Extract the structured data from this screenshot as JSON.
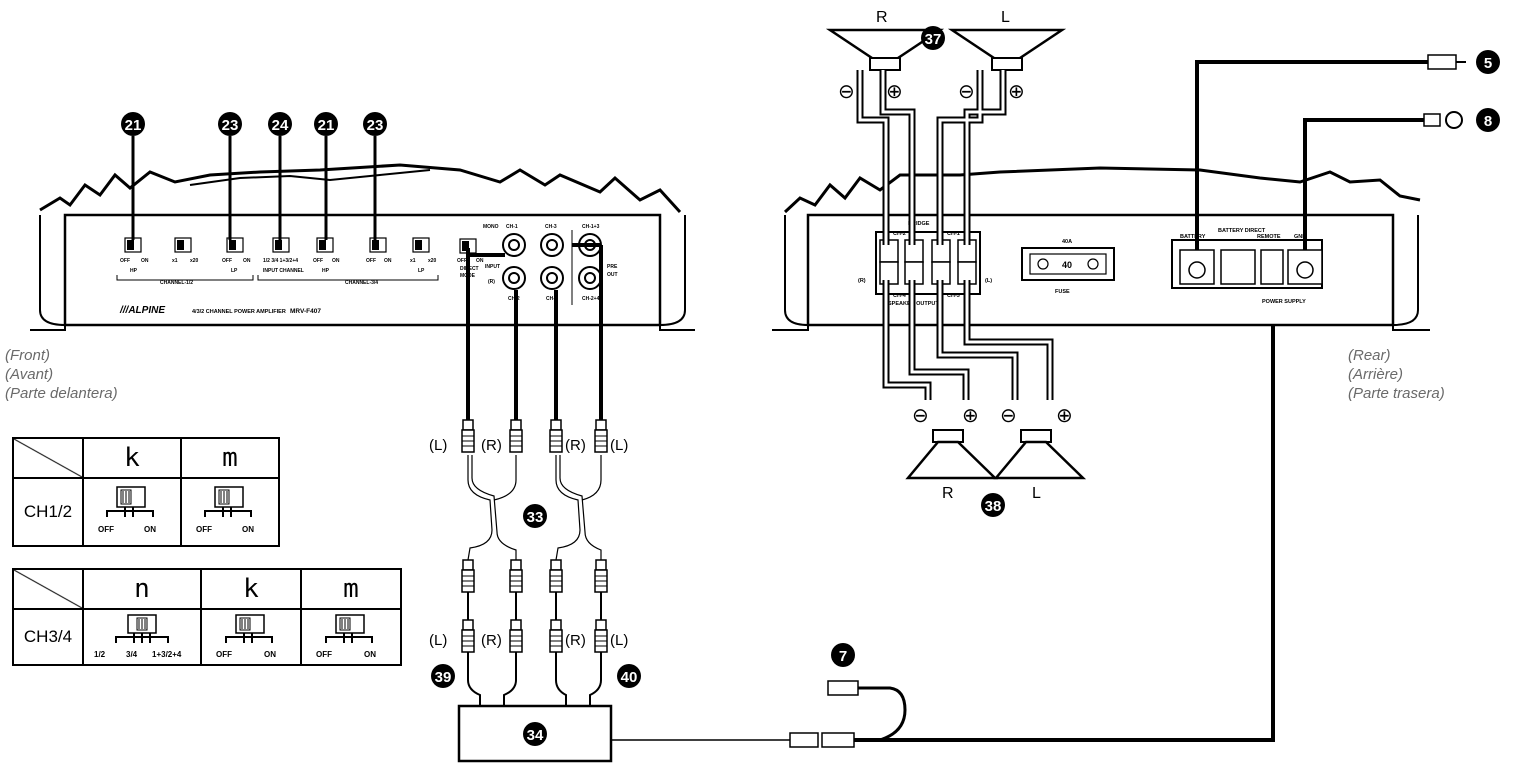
{
  "captions": {
    "front": [
      "(Front)",
      "(Avant)",
      "(Parte delantera)"
    ],
    "rear": [
      "(Rear)",
      "(Arrière)",
      "(Parte trasera)"
    ]
  },
  "callouts": {
    "front_switches": [
      "21",
      "23",
      "24",
      "21",
      "23"
    ],
    "speakers_front": "37",
    "speakers_rear": "38",
    "cable_main": "33",
    "cable_left": "39",
    "cable_right": "40",
    "box": "34",
    "battery": "5",
    "ground": "8",
    "remote": "7"
  },
  "front_panel": {
    "brand": "///ALPINE",
    "model_line": "4/3/2 CHANNEL POWER AMPLIFIER",
    "model": "MRV-F407",
    "switches": [
      {
        "left": "OFF",
        "right": "ON",
        "group": "HP"
      },
      {
        "left": "x1",
        "right": "x20",
        "group": ""
      },
      {
        "left": "OFF",
        "right": "ON",
        "group": "LP"
      },
      {
        "left": "1/2  3/4  1+3/2+4",
        "right": "",
        "group": "INPUT CHANNEL"
      },
      {
        "left": "OFF",
        "right": "ON",
        "group": "HP"
      },
      {
        "left": "OFF",
        "right": "ON",
        "group": ""
      },
      {
        "left": "x1",
        "right": "x20",
        "group": "LP"
      }
    ],
    "group_ch12": "CHANNEL-1/2",
    "group_ch34": "CHANNEL-3/4",
    "direct_mode": [
      "OFF",
      "ON",
      "DIRECT",
      "MODE"
    ],
    "mono": "MONO",
    "jacks": [
      "CH-1",
      "CH-3",
      "CH-1+3",
      "CH-2",
      "CH-4",
      "CH-2+4"
    ],
    "input": "INPUT",
    "input_r": "(R)",
    "pre_out": [
      "PRE",
      "OUT"
    ]
  },
  "rear_panel": {
    "bridge": "BRIDGE",
    "ch_top": [
      "CH-2",
      "CH-1"
    ],
    "ch_bottom": [
      "CH-4",
      "CH-3"
    ],
    "r": "(R)",
    "l": "(L)",
    "speaker_output": "SPEAKER OUTPUT",
    "fuse_rating": "40A",
    "fuse_value": "40",
    "fuse": "FUSE",
    "terminals": [
      "BATTERY",
      "BATTERY DIRECT",
      "REMOTE",
      "GND"
    ],
    "power_supply": "POWER SUPPLY"
  },
  "speakers": {
    "top": [
      "R",
      "L"
    ],
    "bottom": [
      "R",
      "L"
    ],
    "minus": "⊖",
    "plus": "⊕"
  },
  "rca_labels": {
    "upper": [
      "(L)",
      "(R)",
      "(R)",
      "(L)"
    ],
    "lower": [
      "(L)",
      "(R)",
      "(R)",
      "(L)"
    ]
  },
  "table1": {
    "headers": [
      "k",
      "m"
    ],
    "row_label": "CH1/2",
    "switch_labels": [
      [
        "OFF",
        "ON"
      ],
      [
        "OFF",
        "ON"
      ]
    ]
  },
  "table2": {
    "headers": [
      "n",
      "k",
      "m"
    ],
    "row_label": "CH3/4",
    "switch_labels": [
      [
        "1/2",
        "3/4",
        "1+3/2+4"
      ],
      [
        "OFF",
        "ON"
      ],
      [
        "OFF",
        "ON"
      ]
    ]
  }
}
